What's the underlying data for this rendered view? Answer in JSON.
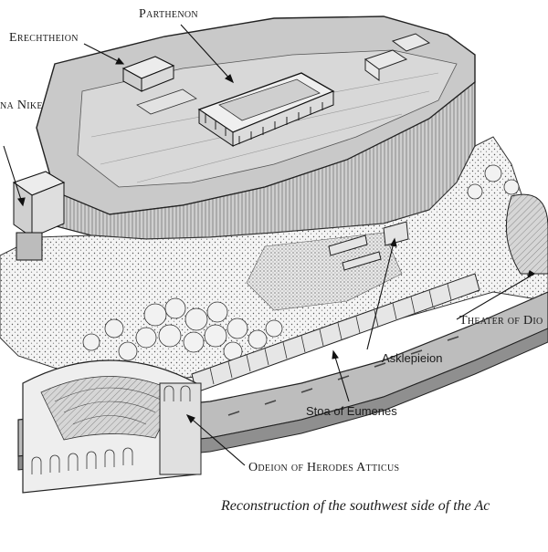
{
  "labels": {
    "parthenon": "Parthenon",
    "erechtheion": "Erechtheion",
    "athena_nike": "na Nike",
    "theater": "Theater of Dio",
    "asklepieion": "Asklepieion",
    "stoa": "Stoa of Eumenes",
    "odeion": "Odeion of Herodes Atticus"
  },
  "caption": "Reconstruction of the southwest side of the Ac"
}
